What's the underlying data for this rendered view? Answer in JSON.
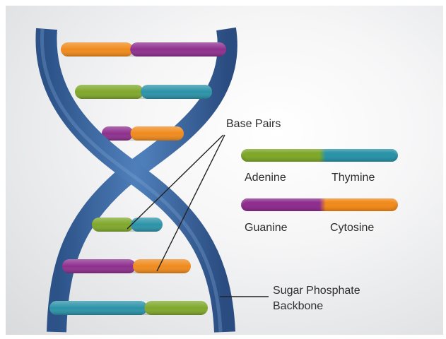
{
  "labels": {
    "base_pairs": "Base Pairs",
    "backbone_line1": "Sugar Phosphate",
    "backbone_line2": "Backbone"
  },
  "legend": [
    {
      "left": "Adenine",
      "right": "Thymine",
      "left_color": "#7fa82b",
      "right_color": "#2b93a8"
    },
    {
      "left": "Guanine",
      "right": "Cytosine",
      "left_color": "#8e2f8e",
      "right_color": "#f08a1c"
    }
  ],
  "colors": {
    "backbone": "#3f6ea8",
    "backbone_dark": "#2a4f80",
    "adenine": "#7fa82b",
    "thymine": "#2b93a8",
    "guanine": "#8e2f8e",
    "cytosine": "#f08a1c",
    "pointer_line": "#222222"
  }
}
